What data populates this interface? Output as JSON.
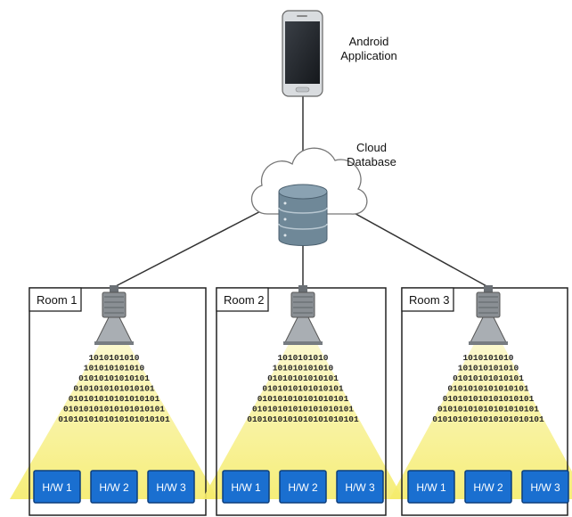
{
  "app": {
    "label_line1": "Android",
    "label_line2": "Application",
    "icon": "smartphone-icon"
  },
  "cloud": {
    "label_line1": "Cloud",
    "label_line2": "Database",
    "icon": "database-icon"
  },
  "rooms": [
    {
      "label": "Room 1",
      "hardware": [
        "H/W 1",
        "H/W 2",
        "H/W 3"
      ]
    },
    {
      "label": "Room 2",
      "hardware": [
        "H/W 1",
        "H/W 2",
        "H/W 3"
      ]
    },
    {
      "label": "Room 3",
      "hardware": [
        "H/W 1",
        "H/W 2",
        "H/W 3"
      ]
    }
  ],
  "beam_text": [
    "1010101010",
    "101010101010",
    "01010101010101",
    "0101010101010101",
    "010101010101010101",
    "01010101010101010101",
    "0101010101010101010101"
  ],
  "colors": {
    "beam": "#f7f08a",
    "hardware_fill": "#1a6fd0",
    "hardware_border": "#0d3f7c",
    "database": "#6f8898",
    "lamp": "#8a8f94"
  }
}
